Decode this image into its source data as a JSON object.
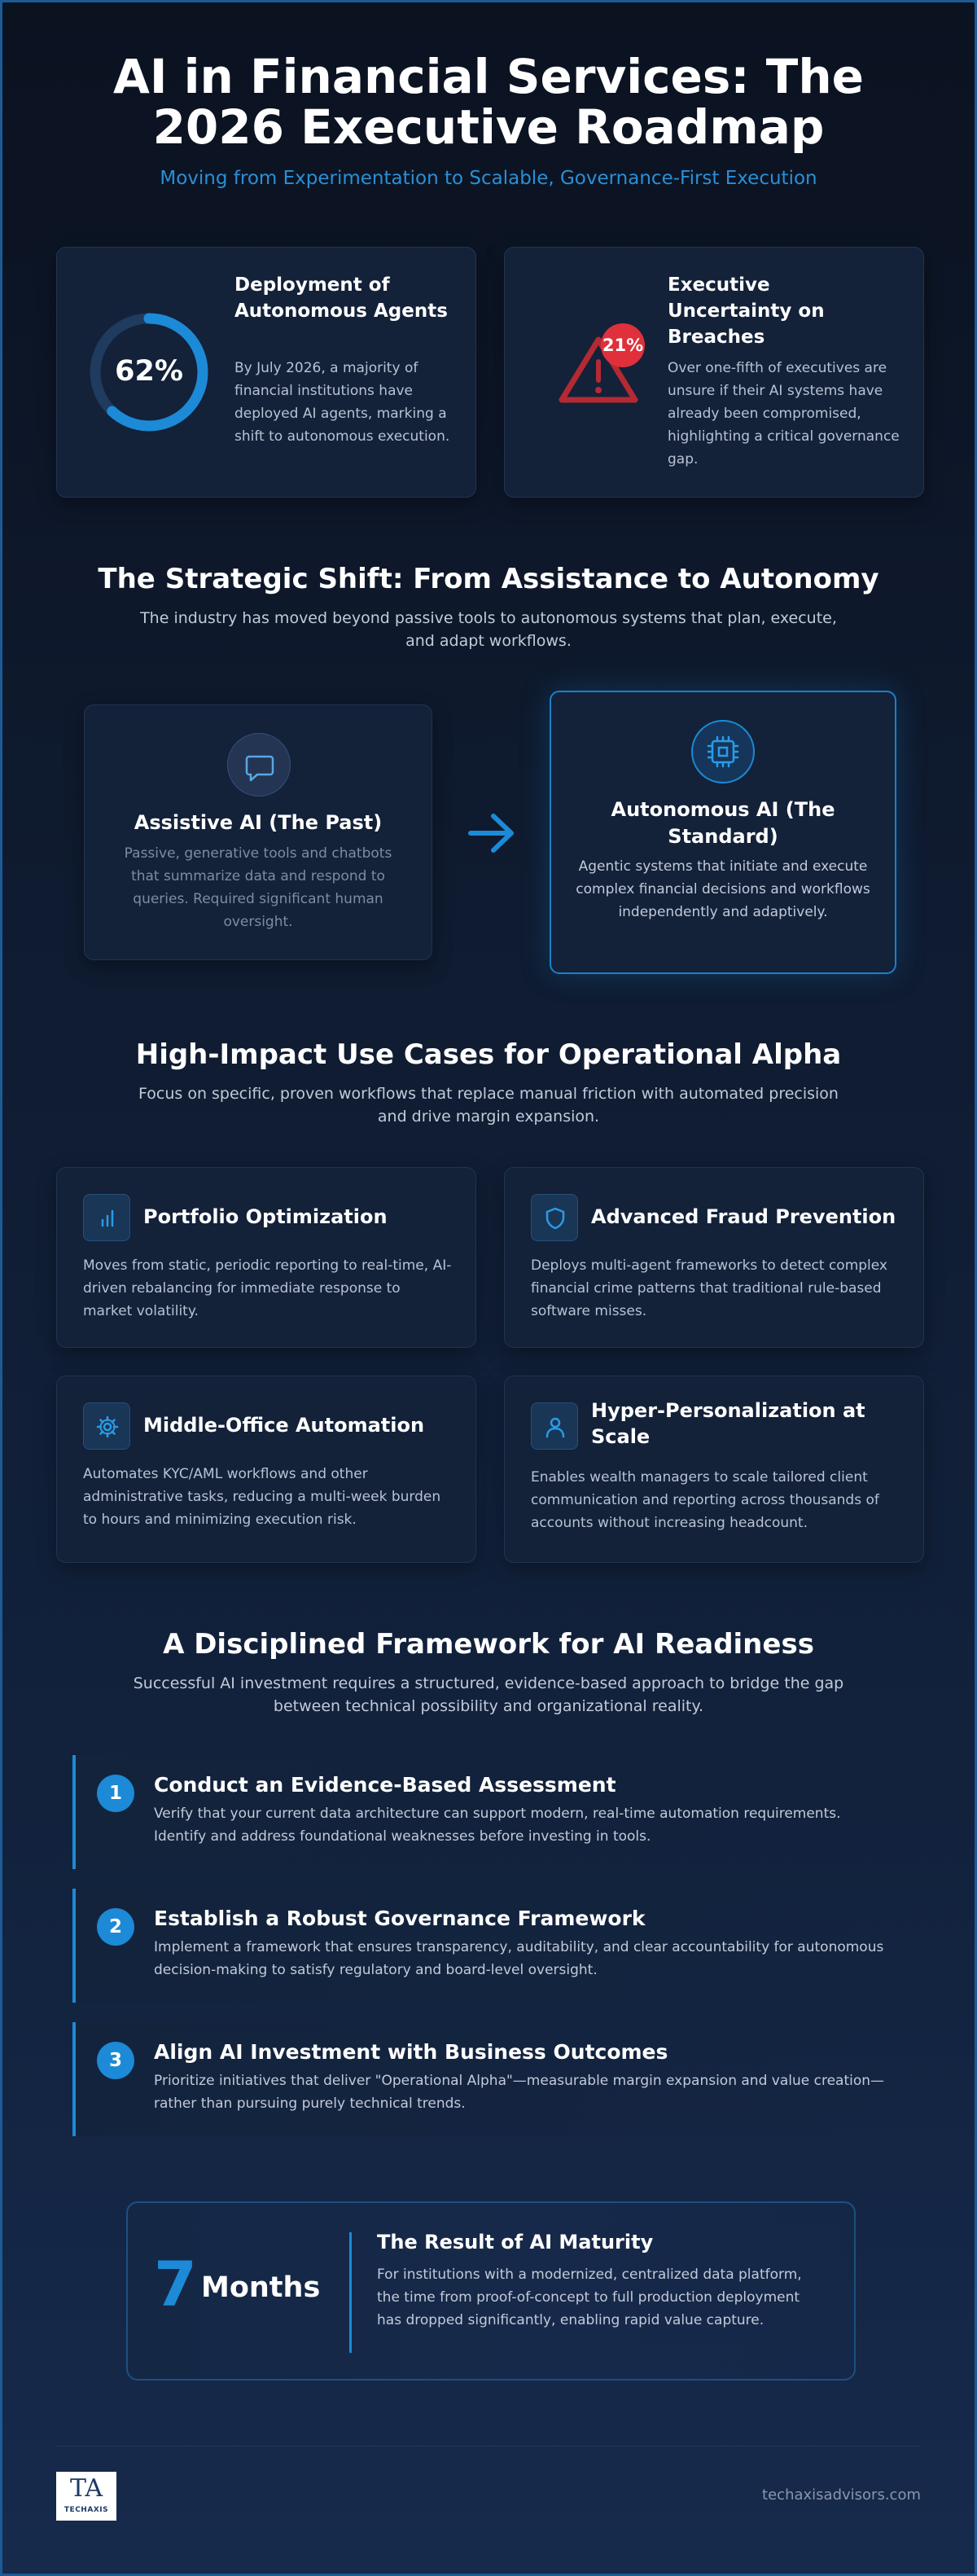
{
  "header": {
    "title_line1": "AI in Financial Services: The",
    "title_line2": "2026 Executive Roadmap",
    "subtitle": "Moving from Experimentation to Scalable, Governance-First Execution"
  },
  "stats": {
    "deployment": {
      "value": "62%",
      "fraction": 0.62,
      "title": "Deployment of Autonomous Agents",
      "body": "By July 2026, a majority of financial institutions have deployed AI agents, marking a shift to autonomous execution.",
      "ring_color": "#1c8ad6",
      "ring_track_color": "#1f3b5e"
    },
    "uncertainty": {
      "value": "21%",
      "title": "Executive Uncertainty on Breaches",
      "body": "Over one-fifth of executives are unsure if their AI systems have already been compromised, highlighting a critical governance gap.",
      "icon": "warning-triangle-icon",
      "alert_color": "#e0303b"
    }
  },
  "shift": {
    "title": "The Strategic Shift: From Assistance to Autonomy",
    "subtitle": "The industry has moved beyond passive tools to autonomous systems that plan, execute, and adapt workflows.",
    "past": {
      "icon": "chat-bubble-icon",
      "title": "Assistive AI (The Past)",
      "body": "Passive, generative tools and chatbots that summarize data and respond to queries. Required significant human oversight."
    },
    "arrow_icon": "arrow-right-icon",
    "standard": {
      "icon": "chip-icon",
      "title": "Autonomous AI (The Standard)",
      "body": "Agentic systems that initiate and execute complex financial decisions and workflows independently and adaptively."
    }
  },
  "use_cases": {
    "title": "High-Impact Use Cases for Operational Alpha",
    "subtitle": "Focus on specific, proven workflows that replace manual friction with automated precision and drive margin expansion.",
    "items": [
      {
        "icon": "bar-chart-icon",
        "title": "Portfolio Optimization",
        "body": "Moves from static, periodic reporting to real-time, AI-driven rebalancing for immediate response to market volatility."
      },
      {
        "icon": "shield-icon",
        "title": "Advanced Fraud Prevention",
        "body": "Deploys multi-agent frameworks to detect complex financial crime patterns that traditional rule-based software misses."
      },
      {
        "icon": "gear-icon",
        "title": "Middle-Office Automation",
        "body": "Automates KYC/AML workflows and other administrative tasks, reducing a multi-week burden to hours and minimizing execution risk."
      },
      {
        "icon": "user-icon",
        "title": "Hyper-Personalization at Scale",
        "body": "Enables wealth managers to scale tailored client communication and reporting across thousands of accounts without increasing headcount."
      }
    ]
  },
  "framework": {
    "title": "A Disciplined Framework for AI Readiness",
    "subtitle": "Successful AI investment requires a structured, evidence-based approach to bridge the gap between technical possibility and organizational reality.",
    "steps": [
      {
        "num": "1",
        "title": "Conduct an Evidence-Based Assessment",
        "body": "Verify that your current data architecture can support modern, real-time automation requirements. Identify and address foundational weaknesses before investing in tools."
      },
      {
        "num": "2",
        "title": "Establish a Robust Governance Framework",
        "body": "Implement a framework that ensures transparency, auditability, and clear accountability for autonomous decision-making to satisfy regulatory and board-level oversight."
      },
      {
        "num": "3",
        "title": "Align AI Investment with Business Outcomes",
        "body": "Prioritize initiatives that deliver \"Operational Alpha\"—measurable margin expansion and value creation—rather than pursuing purely technical trends."
      }
    ]
  },
  "result": {
    "number": "7",
    "unit": "Months",
    "title": "The Result of AI Maturity",
    "body": "For institutions with a modernized, centralized data platform, the time from proof-of-concept to full production deployment has dropped significantly, enabling rapid value capture."
  },
  "footer": {
    "logo_mark": "TA",
    "logo_text": "TECHAXIS",
    "url": "techaxisadvisors.com"
  },
  "colors": {
    "accent": "#1c8ad6",
    "background": "#0b1220",
    "card": "#132139",
    "alert": "#e0303b"
  }
}
